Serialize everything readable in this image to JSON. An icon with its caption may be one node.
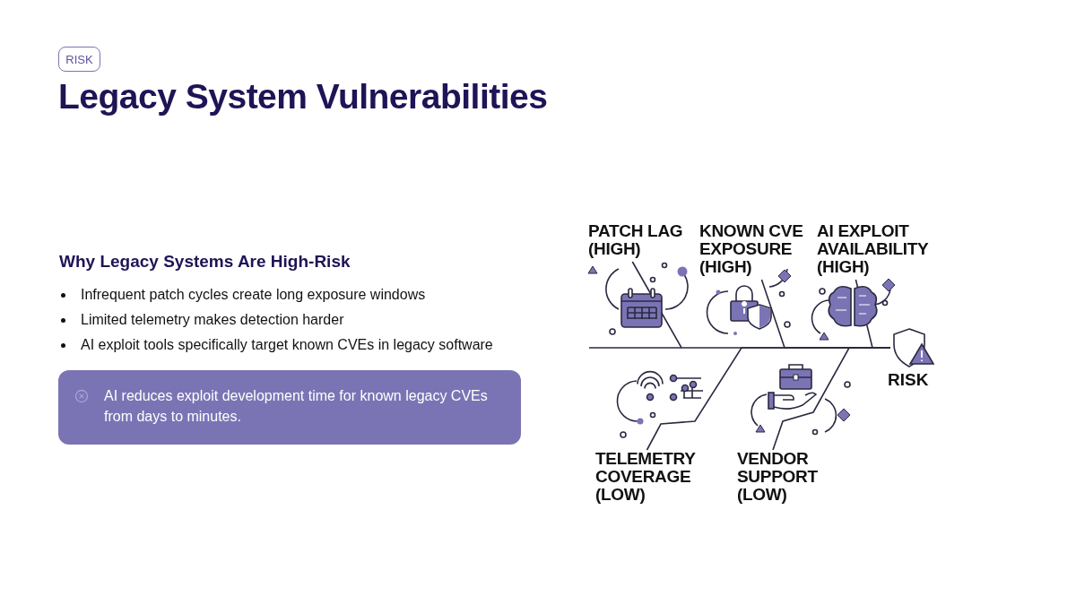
{
  "diagram": {
    "title": "Legacy System Vulnerabilities",
    "nodes": [
      {
        "text": [
          "RISK"
        ]
      },
      {
        "text": [
          "AI reduces exploit development time for known legacy CVEs from days to minutes."
        ]
      },
      {
        "text": [
          "PATCH LAG (HIGH)"
        ]
      },
      {
        "text": [
          "KNOWN CVE EXPOSURE (HIGH)"
        ]
      },
      {
        "text": [
          "AI EXPLOIT AVAILABILITY (HIGH)"
        ]
      },
      {
        "text": [
          "TELEMETRY COVERAGE (LOW)"
        ]
      },
      {
        "text": [
          "VENDOR SUPPORT (LOW)"
        ]
      },
      {
        "text": [
          "RISK"
        ]
      }
    ],
    "edges": [
      {
        "from": 2,
        "to": 7,
        "arrow": "none"
      },
      {
        "from": 3,
        "to": 7,
        "arrow": "none"
      },
      {
        "from": 4,
        "to": 7,
        "arrow": "none"
      },
      {
        "from": 5,
        "to": 7,
        "arrow": "none"
      },
      {
        "from": 6,
        "to": 7,
        "arrow": "none"
      }
    ],
    "labels": [
      "Why Legacy Systems Are High-Risk",
      "Infrequent patch cycles create long exposure windows",
      "Limited telemetry makes detection harder",
      "AI exploit tools specifically target known CVEs in legacy software"
    ]
  }
}
